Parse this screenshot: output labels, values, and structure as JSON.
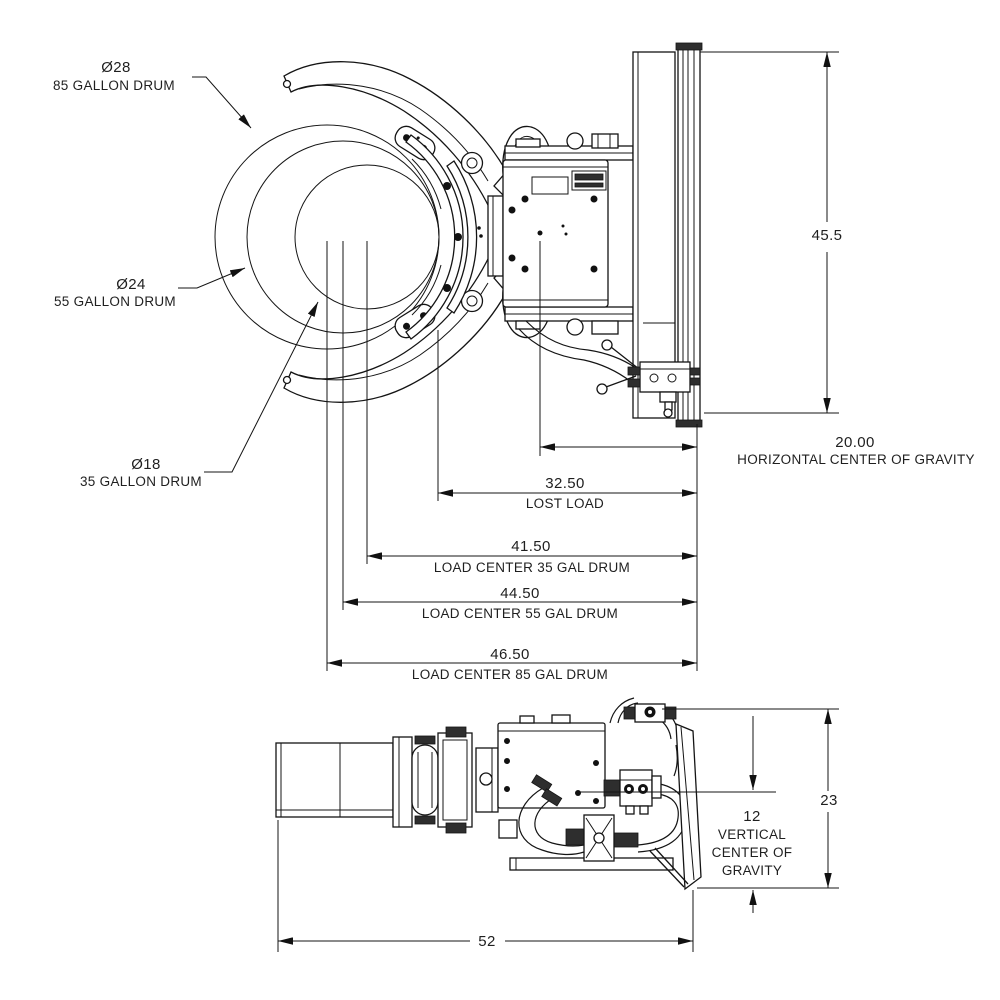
{
  "drawing": {
    "callouts": {
      "drum85": {
        "diameter": "Ø28",
        "name": "85 GALLON DRUM"
      },
      "drum55": {
        "diameter": "Ø24",
        "name": "55 GALLON DRUM"
      },
      "drum35": {
        "diameter": "Ø18",
        "name": "35 GALLON DRUM"
      }
    },
    "dimensions": {
      "overall_height": {
        "value": "45.5"
      },
      "horizontal_cg": {
        "value": "20.00",
        "label": "HORIZONTAL CENTER OF GRAVITY"
      },
      "lost_load": {
        "value": "32.50",
        "label": "LOST LOAD"
      },
      "load_center_35": {
        "value": "41.50",
        "label": "LOAD CENTER 35 GAL DRUM"
      },
      "load_center_55": {
        "value": "44.50",
        "label": "LOAD CENTER 55 GAL DRUM"
      },
      "load_center_85": {
        "value": "46.50",
        "label": "LOAD CENTER 85 GAL DRUM"
      },
      "side_height": {
        "value": "23"
      },
      "vertical_cg": {
        "value": "12",
        "label_lines": [
          "VERTICAL",
          "CENTER OF",
          "GRAVITY"
        ]
      },
      "overall_length": {
        "value": "52"
      }
    },
    "colors": {
      "line": "#141414",
      "background": "#ffffff"
    }
  }
}
